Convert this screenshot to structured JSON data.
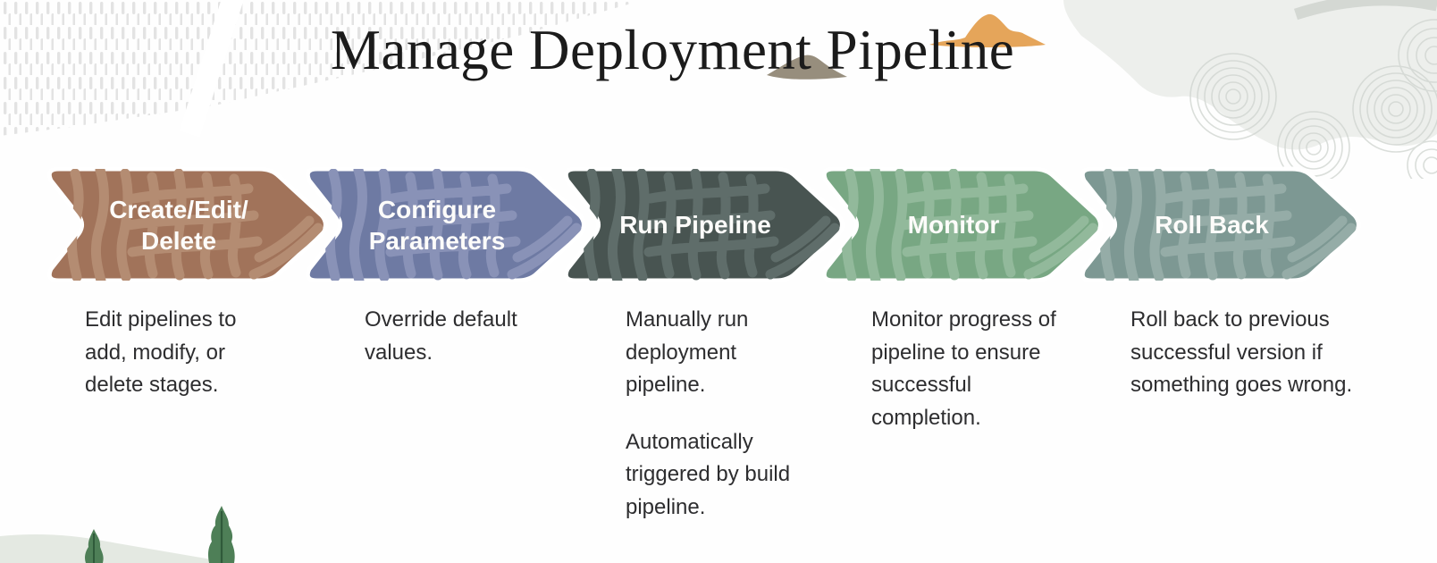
{
  "title": {
    "text": "Manage Deployment Pipeline"
  },
  "stages": [
    {
      "label_line1": "Create/Edit/",
      "label_line2": "Delete",
      "color": "#a1735a",
      "texture_color": "#b48c72",
      "descriptions": [
        "Edit pipelines to add, modify, or delete stages."
      ]
    },
    {
      "label_line1": "Configure",
      "label_line2": "Parameters",
      "color": "#6e7aa3",
      "texture_color": "#8992b7",
      "descriptions": [
        "Override default values."
      ]
    },
    {
      "label_line1": "Run Pipeline",
      "label_line2": "",
      "color": "#485451",
      "texture_color": "#5f6d6a",
      "descriptions": [
        "Manually run deployment pipeline.",
        "Automatically triggered by build pipeline."
      ]
    },
    {
      "label_line1": "Monitor",
      "label_line2": "",
      "color": "#78a783",
      "texture_color": "#92b99b",
      "descriptions": [
        "Monitor progress of pipeline to ensure successful completion."
      ]
    },
    {
      "label_line1": "Roll Back",
      "label_line2": "",
      "color": "#7d9893",
      "texture_color": "#95aca7",
      "descriptions": [
        "Roll back to previous successful version if something goes wrong."
      ]
    }
  ],
  "decor": {
    "dash_gray": "#e3e3e3",
    "blob_gray": "#edefec",
    "arc_gray": "#cfd4cf",
    "mountain_orange": "#e5a55a",
    "hill_taupe": "#978e7d",
    "tree_green": "#4e7f57",
    "tree_trunk": "#2f5a3a",
    "slope_gray_green": "#e4e9e2",
    "label_text": "#fdfcfa",
    "body_text": "#2d2d2f"
  }
}
